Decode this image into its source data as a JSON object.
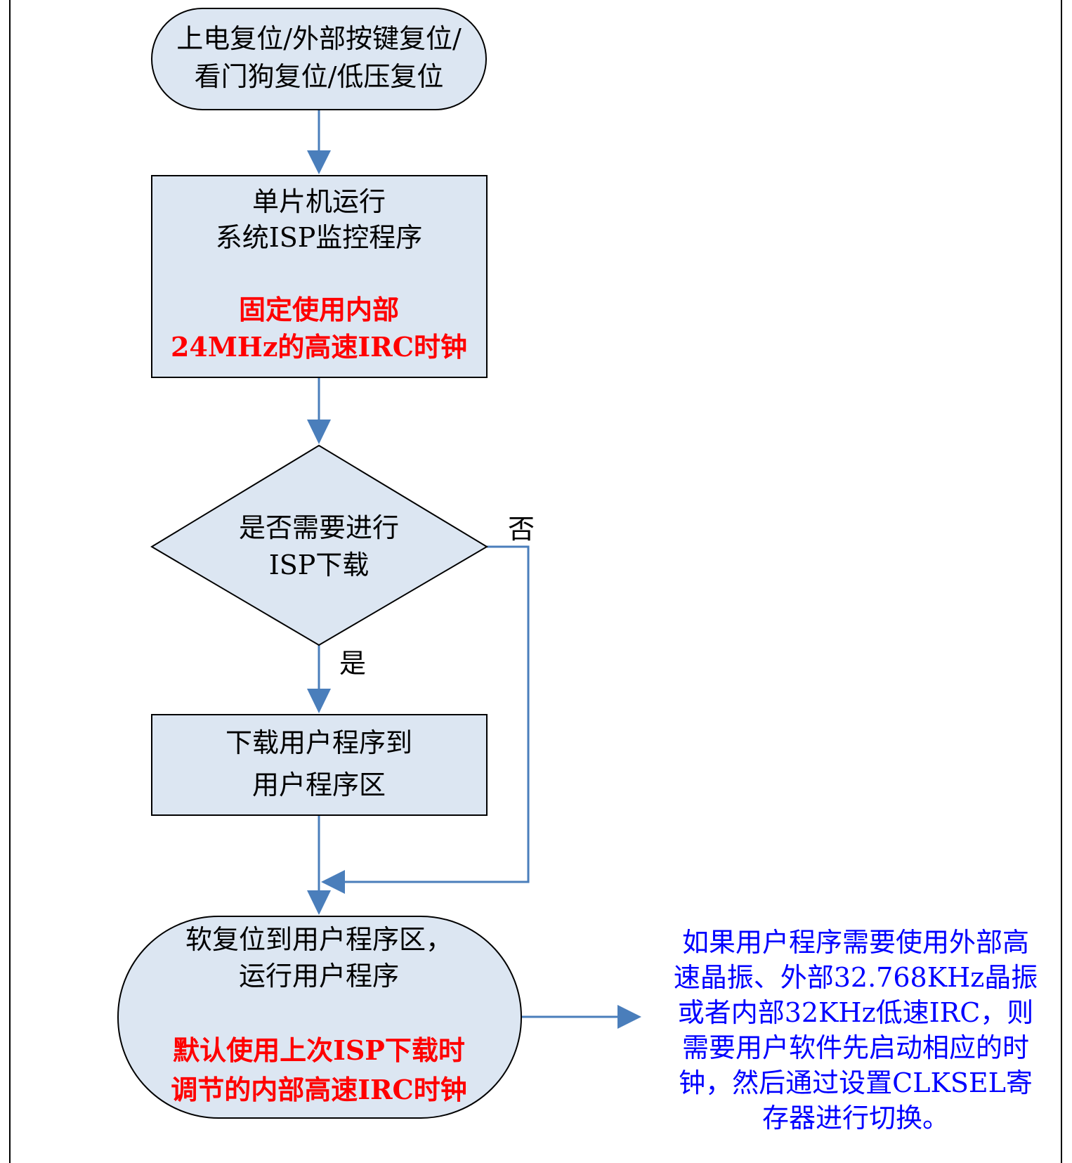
{
  "colors": {
    "shape_fill": "#dce6f2",
    "shape_stroke": "#000000",
    "arrow": "#4a7ebb",
    "highlight_text": "#ff0000",
    "note_text": "#0000ff"
  },
  "nodes": {
    "start": {
      "shape": "terminator",
      "lines": [
        "上电复位/外部按键复位/",
        "看门狗复位/低压复位"
      ]
    },
    "isp_monitor": {
      "shape": "process",
      "lines": [
        "单片机运行",
        "系统ISP监控程序"
      ],
      "highlight_lines": [
        "固定使用内部",
        "24MHz的高速IRC时钟"
      ]
    },
    "isp_decision": {
      "shape": "decision",
      "lines": [
        "是否需要进行",
        "ISP下载"
      ]
    },
    "download": {
      "shape": "process",
      "lines": [
        "下载用户程序到",
        "用户程序区"
      ]
    },
    "user_program": {
      "shape": "terminator",
      "lines": [
        "软复位到用户程序区，",
        "运行用户程序"
      ],
      "highlight_lines": [
        "默认使用上次ISP下载时",
        "调节的内部高速IRC时钟"
      ]
    }
  },
  "edges": {
    "yes_label": "是",
    "no_label": "否"
  },
  "note": {
    "lines": [
      "如果用户程序需要使用外部高",
      "速晶振、外部32.768KHz晶振",
      "或者内部32KHz低速IRC，则",
      "需要用户软件先启动相应的时",
      "钟，然后通过设置CLKSEL寄",
      "存器进行切换。"
    ]
  }
}
